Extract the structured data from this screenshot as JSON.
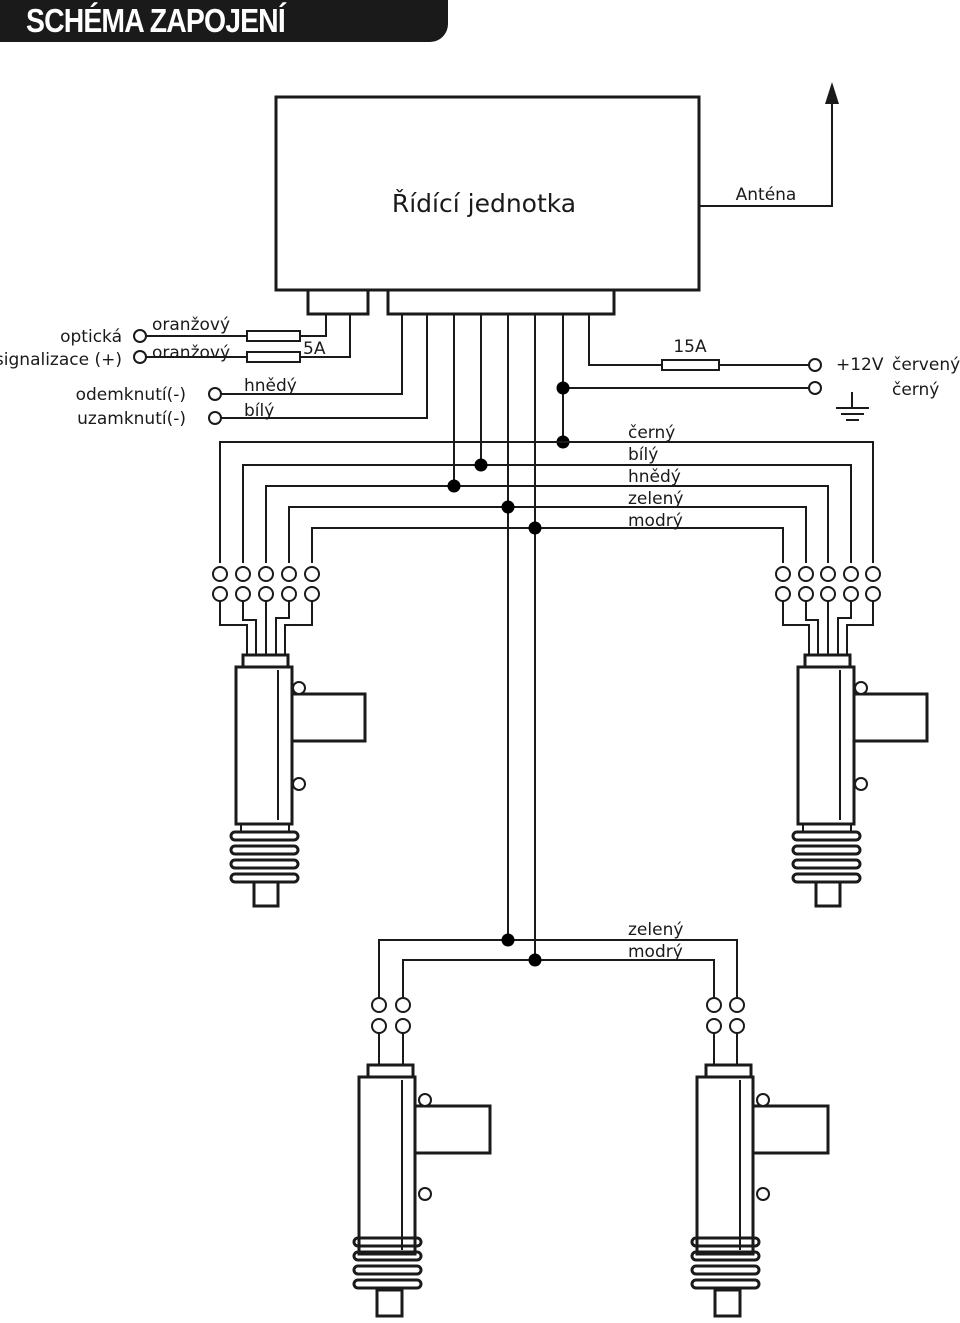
{
  "header": {
    "title": "SCHÉMA ZAPOJENÍ"
  },
  "control_unit": {
    "label": "Řídící jednotka"
  },
  "antenna": {
    "label": "Anténa"
  },
  "left_labels": {
    "signal_line1": "optická",
    "signal_line2": "signalizace (+)",
    "orange1": "oranžový",
    "orange2": "oranžový",
    "fuse_small": "5A",
    "unlock": "odemknutí(-)",
    "lock": "uzamknutí(-)",
    "brown": "hnědý",
    "white": "bílý"
  },
  "right_labels": {
    "fuse_main": "15A",
    "plus12v": "+12V",
    "red": "červený",
    "black": "černý"
  },
  "wire_legend": [
    "černý",
    "bílý",
    "hnědý",
    "zelený",
    "modrý"
  ],
  "rear_legend": [
    "zelený",
    "modrý"
  ],
  "colors": {
    "ink": "#1a1a1a",
    "banner_bg": "#1a1a1a",
    "banner_text": "#ffffff"
  }
}
